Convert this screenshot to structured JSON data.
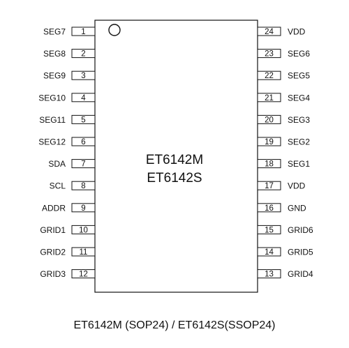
{
  "chip": {
    "part_numbers": [
      "ET6142M",
      "ET6142S"
    ],
    "pin1_marker": "circle-pin1-indicator"
  },
  "pins_left": [
    {
      "num": "1",
      "name": "SEG7"
    },
    {
      "num": "2",
      "name": "SEG8"
    },
    {
      "num": "3",
      "name": "SEG9"
    },
    {
      "num": "4",
      "name": "SEG10"
    },
    {
      "num": "5",
      "name": "SEG11"
    },
    {
      "num": "6",
      "name": "SEG12"
    },
    {
      "num": "7",
      "name": "SDA"
    },
    {
      "num": "8",
      "name": "SCL"
    },
    {
      "num": "9",
      "name": "ADDR"
    },
    {
      "num": "10",
      "name": "GRID1"
    },
    {
      "num": "11",
      "name": "GRID2"
    },
    {
      "num": "12",
      "name": "GRID3"
    }
  ],
  "pins_right": [
    {
      "num": "24",
      "name": "VDD"
    },
    {
      "num": "23",
      "name": "SEG6"
    },
    {
      "num": "22",
      "name": "SEG5"
    },
    {
      "num": "21",
      "name": "SEG4"
    },
    {
      "num": "20",
      "name": "SEG3"
    },
    {
      "num": "19",
      "name": "SEG2"
    },
    {
      "num": "18",
      "name": "SEG1"
    },
    {
      "num": "17",
      "name": "VDD"
    },
    {
      "num": "16",
      "name": "GND"
    },
    {
      "num": "15",
      "name": "GRID6"
    },
    {
      "num": "14",
      "name": "GRID5"
    },
    {
      "num": "13",
      "name": "GRID4"
    }
  ],
  "caption": "ET6142M (SOP24) / ET6142S(SSOP24)"
}
